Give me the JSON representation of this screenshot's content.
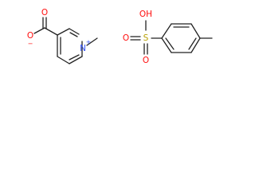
{
  "molecules": [
    {
      "name": "1-methylpyridin-1-ium-3-carboxylate",
      "atoms": {
        "carboxylate_o": {
          "text": "O",
          "charge": "−",
          "color": "#ff0d0d"
        },
        "carbonyl_o": {
          "text": "O",
          "color": "#ff0d0d"
        },
        "ring_n": {
          "text": "N",
          "charge": "+",
          "color": "#3050f8"
        }
      }
    },
    {
      "name": "4-methylbenzenesulfonic acid",
      "atoms": {
        "hydroxyl": {
          "text": "OH",
          "color": "#ff0d0d"
        },
        "sulfur": {
          "text": "S",
          "color": "#b8a000"
        },
        "sulfonyl_o_left": {
          "text": "O",
          "color": "#ff0d0d"
        },
        "sulfonyl_o_bottom": {
          "text": "O",
          "color": "#ff0d0d"
        }
      }
    }
  ]
}
